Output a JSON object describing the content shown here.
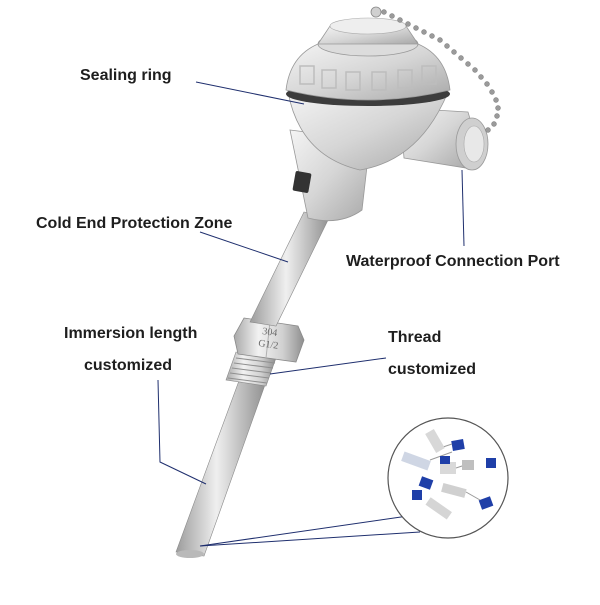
{
  "labels": {
    "sealing_ring": "Sealing ring",
    "cold_end": "Cold End Protection Zone",
    "waterproof_port": "Waterproof Connection Port",
    "immersion_line1": "Immersion length",
    "immersion_line2": "customized",
    "thread_line1": "Thread",
    "thread_line2": "customized"
  },
  "nut_marking": {
    "line1": "304",
    "line2": "G1/2"
  },
  "colors": {
    "leader_line": "#1f2f6e",
    "metal_light": "#e6e6e6",
    "metal_dark": "#9a9a9a",
    "element_blue": "#1f3fa8"
  }
}
